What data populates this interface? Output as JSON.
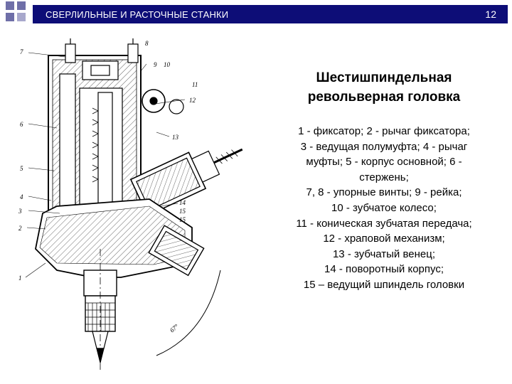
{
  "header": {
    "title": "СВЕРЛИЛЬНЫЕ И РАСТОЧНЫЕ СТАНКИ",
    "slide_number": "12",
    "accent": "#0d0d77",
    "decor_square_color": "#6f6fa8"
  },
  "slide": {
    "title_line1": "Шестишпиндельная",
    "title_line2": "револьверная головка",
    "caption_lines": [
      "1 - фиксатор; 2 - рычаг фиксатора;",
      "3 - ведущая полумуфта; 4 - рычаг",
      "муфты; 5 - корпус основной; 6 -",
      "стержень;",
      "7, 8 - упорные винты; 9 - рейка;",
      "10 - зубчатое колесо;",
      "11 - коническая зубчатая передача;",
      "12 - храповой механизм;",
      "13 - зубчатый венец;",
      "14 - поворотный корпус;",
      "15 – ведущий шпиндель головки"
    ]
  },
  "diagram": {
    "labels": [
      "7",
      "8",
      "9",
      "10",
      "11",
      "12",
      "13",
      "6",
      "5",
      "4",
      "3",
      "2",
      "1",
      "14",
      "15",
      "15",
      "67°"
    ]
  }
}
